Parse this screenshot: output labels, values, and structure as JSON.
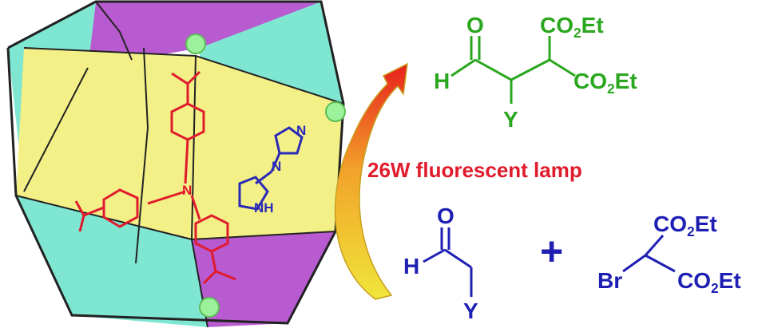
{
  "colors": {
    "mof_pink": "#b85ad0",
    "mof_cyan": "#7fe6d2",
    "mof_yellow": "#f3f088",
    "node_green": "#9cf29a",
    "linker_red": "#e01b2c",
    "catalyst_blue": "#2a2ab8",
    "product_green": "#2aa61f",
    "reactant_blue": "#1f1fb4",
    "arrow_red": "#e8201c",
    "arrow_yellow": "#f0e63a"
  },
  "icons": [
    "mof-cage-icon",
    "metal-node-icon",
    "curved-arrow-icon"
  ],
  "condition": "26W fluorescent lamp",
  "product": {
    "aldehyde_o": "O",
    "aldehyde_h": "H",
    "substituent": "Y",
    "ester_1": "CO2Et",
    "ester_2": "CO2Et"
  },
  "reactant_aldehyde": {
    "o": "O",
    "h": "H",
    "substituent": "Y"
  },
  "plus": "+",
  "reactant_malonate": {
    "br": "Br",
    "ester_1": "CO2Et",
    "ester_2": "CO2Et"
  },
  "catalyst": {
    "n_imidazole": "N",
    "n_imidazole_2": "N",
    "nh": "NH"
  },
  "linker": {
    "n_center": "N"
  }
}
